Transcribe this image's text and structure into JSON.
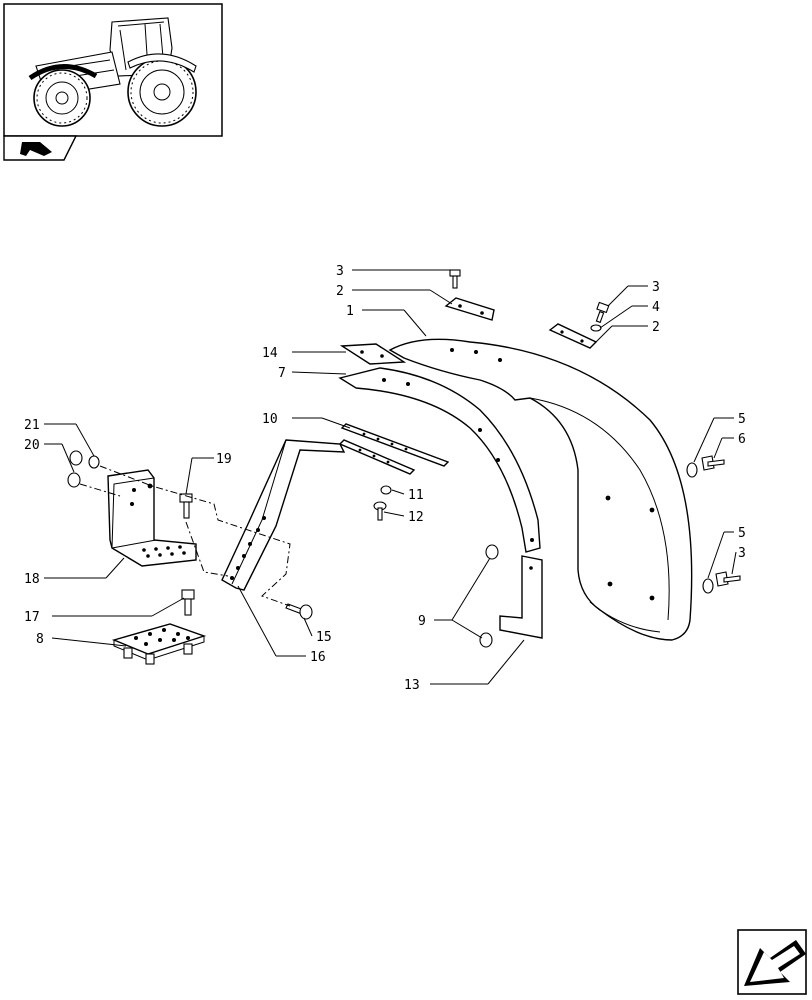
{
  "diagram": {
    "callouts": [
      {
        "id": "c3a",
        "text": "3"
      },
      {
        "id": "c2a",
        "text": "2"
      },
      {
        "id": "c1",
        "text": "1"
      },
      {
        "id": "c14",
        "text": "14"
      },
      {
        "id": "c7",
        "text": "7"
      },
      {
        "id": "c10",
        "text": "10"
      },
      {
        "id": "c21",
        "text": "21"
      },
      {
        "id": "c20",
        "text": "20"
      },
      {
        "id": "c19",
        "text": "19"
      },
      {
        "id": "c18",
        "text": "18"
      },
      {
        "id": "c17",
        "text": "17"
      },
      {
        "id": "c8",
        "text": "8"
      },
      {
        "id": "c11",
        "text": "11"
      },
      {
        "id": "c12",
        "text": "12"
      },
      {
        "id": "c15",
        "text": "15"
      },
      {
        "id": "c16",
        "text": "16"
      },
      {
        "id": "c9",
        "text": "9"
      },
      {
        "id": "c13",
        "text": "13"
      },
      {
        "id": "c3b",
        "text": "3"
      },
      {
        "id": "c4",
        "text": "4"
      },
      {
        "id": "c2b",
        "text": "2"
      },
      {
        "id": "c5a",
        "text": "5"
      },
      {
        "id": "c6",
        "text": "6"
      },
      {
        "id": "c5b",
        "text": "5"
      },
      {
        "id": "c3c",
        "text": "3"
      }
    ]
  },
  "icons": {
    "thumbnail": "tractor-thumbnail-icon",
    "book": "manual-book-icon",
    "nav": "next-page-arrow-icon"
  }
}
